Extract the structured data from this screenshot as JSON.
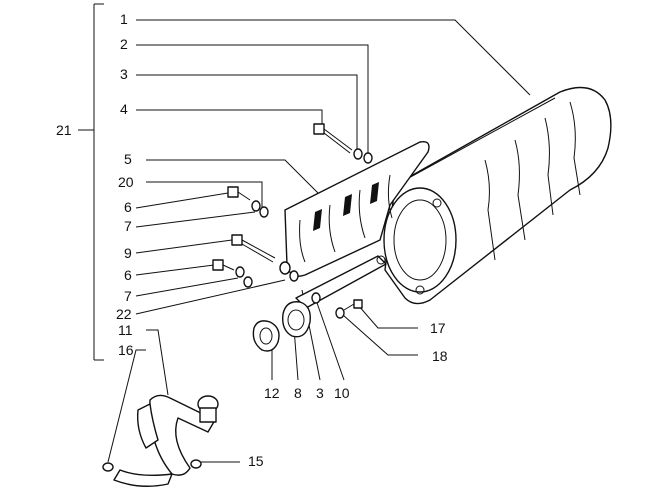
{
  "diagram": {
    "group_label": "21",
    "callouts": [
      {
        "id": "c1",
        "text": "1"
      },
      {
        "id": "c2",
        "text": "2"
      },
      {
        "id": "c3",
        "text": "3"
      },
      {
        "id": "c4",
        "text": "4"
      },
      {
        "id": "c5",
        "text": "5"
      },
      {
        "id": "c20",
        "text": "20"
      },
      {
        "id": "c6a",
        "text": "6"
      },
      {
        "id": "c7a",
        "text": "7"
      },
      {
        "id": "c9",
        "text": "9"
      },
      {
        "id": "c6b",
        "text": "6"
      },
      {
        "id": "c7b",
        "text": "7"
      },
      {
        "id": "c22",
        "text": "22"
      },
      {
        "id": "c11",
        "text": "11"
      },
      {
        "id": "c16",
        "text": "16"
      },
      {
        "id": "c17",
        "text": "17"
      },
      {
        "id": "c18",
        "text": "18"
      },
      {
        "id": "c12",
        "text": "12"
      },
      {
        "id": "c8",
        "text": "8"
      },
      {
        "id": "c3b",
        "text": "3"
      },
      {
        "id": "c10",
        "text": "10"
      },
      {
        "id": "c15",
        "text": "15"
      }
    ]
  }
}
